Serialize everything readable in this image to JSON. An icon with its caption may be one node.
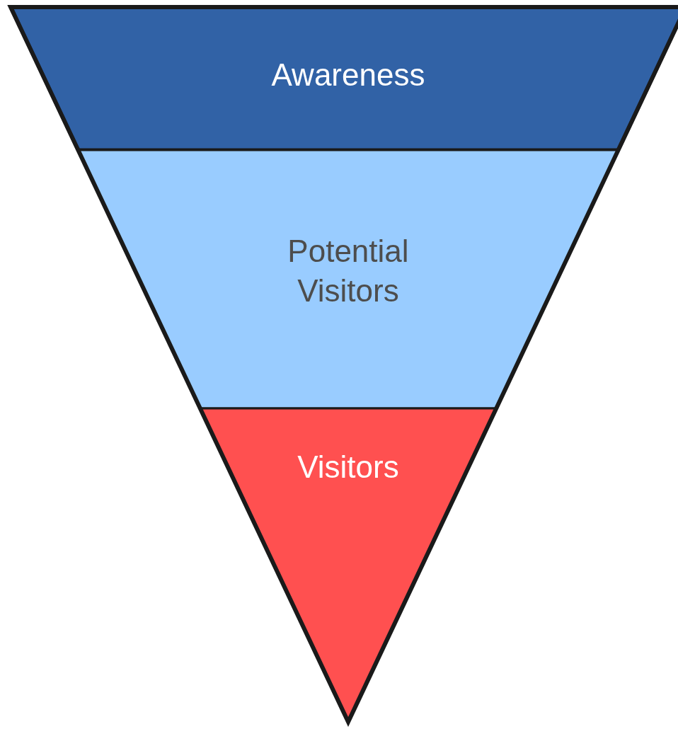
{
  "diagram": {
    "nodes": [
      {
        "text": [
          "Awareness"
        ]
      },
      {
        "text": [
          "Potential Visitors"
        ]
      },
      {
        "text": [
          "Visitors"
        ]
      }
    ]
  }
}
